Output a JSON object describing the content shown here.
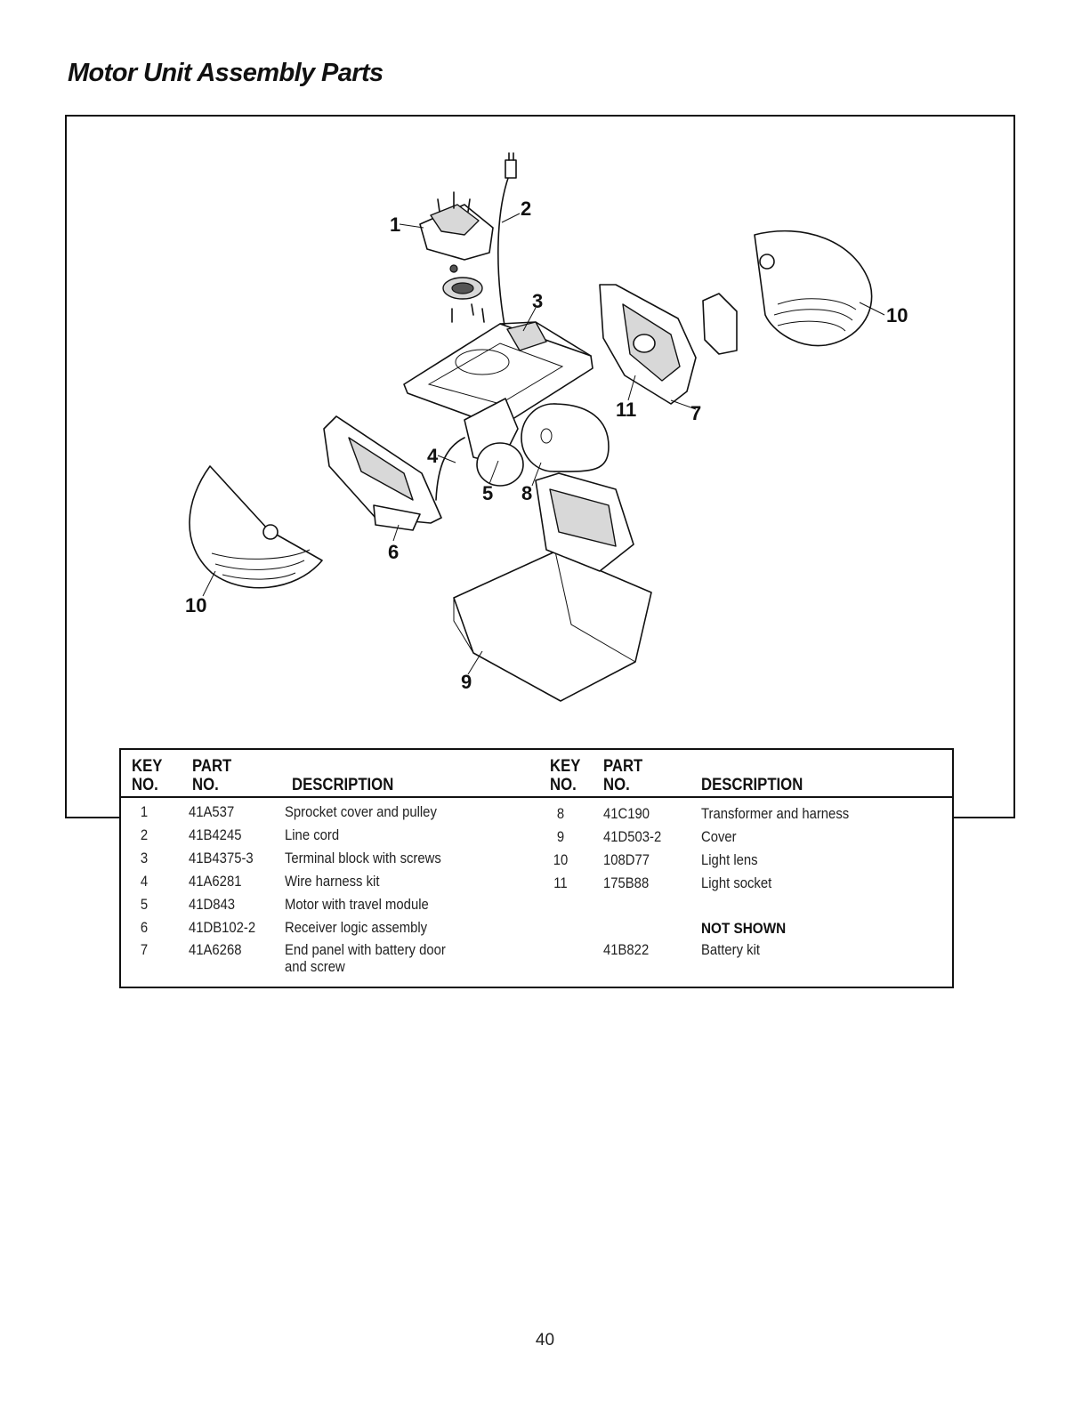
{
  "title": "Motor Unit Assembly Parts",
  "callouts": [
    "1",
    "2",
    "3",
    "4",
    "5",
    "6",
    "7",
    "8",
    "9",
    "10",
    "10",
    "11"
  ],
  "table": {
    "headers": {
      "key": [
        "KEY",
        "NO."
      ],
      "part": [
        "PART",
        "NO."
      ],
      "description": "DESCRIPTION"
    },
    "left_rows": [
      {
        "key": "1",
        "part": "41A537",
        "desc": "Sprocket cover and pulley"
      },
      {
        "key": "2",
        "part": "41B4245",
        "desc": "Line cord"
      },
      {
        "key": "3",
        "part": "41B4375-3",
        "desc": "Terminal block with screws"
      },
      {
        "key": "4",
        "part": "41A6281",
        "desc": "Wire harness kit"
      },
      {
        "key": "5",
        "part": "41D843",
        "desc": "Motor with travel module"
      },
      {
        "key": "6",
        "part": "41DB102-2",
        "desc": "Receiver logic assembly"
      },
      {
        "key": "7",
        "part": "41A6268",
        "desc": "End panel with battery door",
        "desc2": "and screw"
      }
    ],
    "right_rows": [
      {
        "key": "8",
        "part": "41C190",
        "desc": "Transformer and harness"
      },
      {
        "key": "9",
        "part": "41D503-2",
        "desc": "Cover"
      },
      {
        "key": "10",
        "part": "108D77",
        "desc": "Light lens"
      },
      {
        "key": "11",
        "part": "175B88",
        "desc": "Light socket"
      }
    ],
    "not_shown_label": "NOT SHOWN",
    "not_shown_row": {
      "part": "41B822",
      "desc": "Battery kit"
    }
  },
  "page_number": "40"
}
